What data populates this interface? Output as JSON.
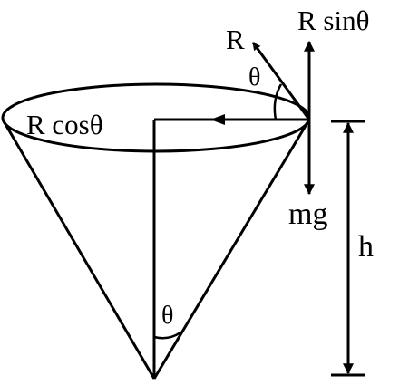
{
  "labels": {
    "r_top": "R",
    "r_sin": "R sinθ",
    "theta_top": "θ",
    "r_cos": "R cosθ",
    "mg": "mg",
    "h": "h",
    "theta_apex": "θ"
  },
  "colors": {
    "stroke": "#000000",
    "background": "#ffffff"
  }
}
